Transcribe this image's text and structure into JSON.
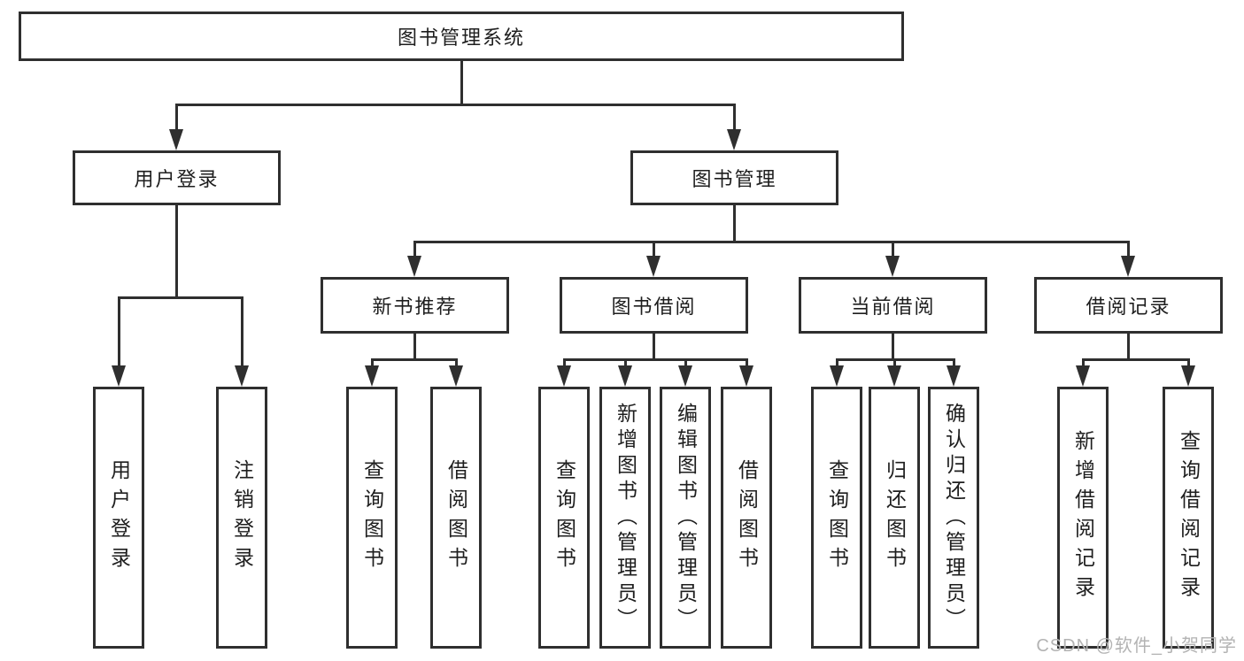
{
  "tree": {
    "label": "图书管理系统",
    "children": [
      {
        "label": "用户登录",
        "children": [
          {
            "label": "用户登录"
          },
          {
            "label": "注销登录"
          }
        ]
      },
      {
        "label": "图书管理",
        "children": [
          {
            "label": "新书推荐",
            "children": [
              {
                "label": "查询图书"
              },
              {
                "label": "借阅图书"
              }
            ]
          },
          {
            "label": "图书借阅",
            "children": [
              {
                "label": "查询图书"
              },
              {
                "label": "新增图书（管理员）"
              },
              {
                "label": "编辑图书（管理员）"
              },
              {
                "label": "借阅图书"
              }
            ]
          },
          {
            "label": "当前借阅",
            "children": [
              {
                "label": "查询图书"
              },
              {
                "label": "归还图书"
              },
              {
                "label": "确认归还（管理员）"
              }
            ]
          },
          {
            "label": "借阅记录",
            "children": [
              {
                "label": "新增借阅记录"
              },
              {
                "label": "查询借阅记录"
              }
            ]
          }
        ]
      }
    ]
  },
  "watermark": "CSDN @软件_小贺同学",
  "colors": {
    "line": "#2f2f2f",
    "text": "#1e1e1e",
    "background": "#ffffff",
    "watermark": "#b3b3b3"
  }
}
